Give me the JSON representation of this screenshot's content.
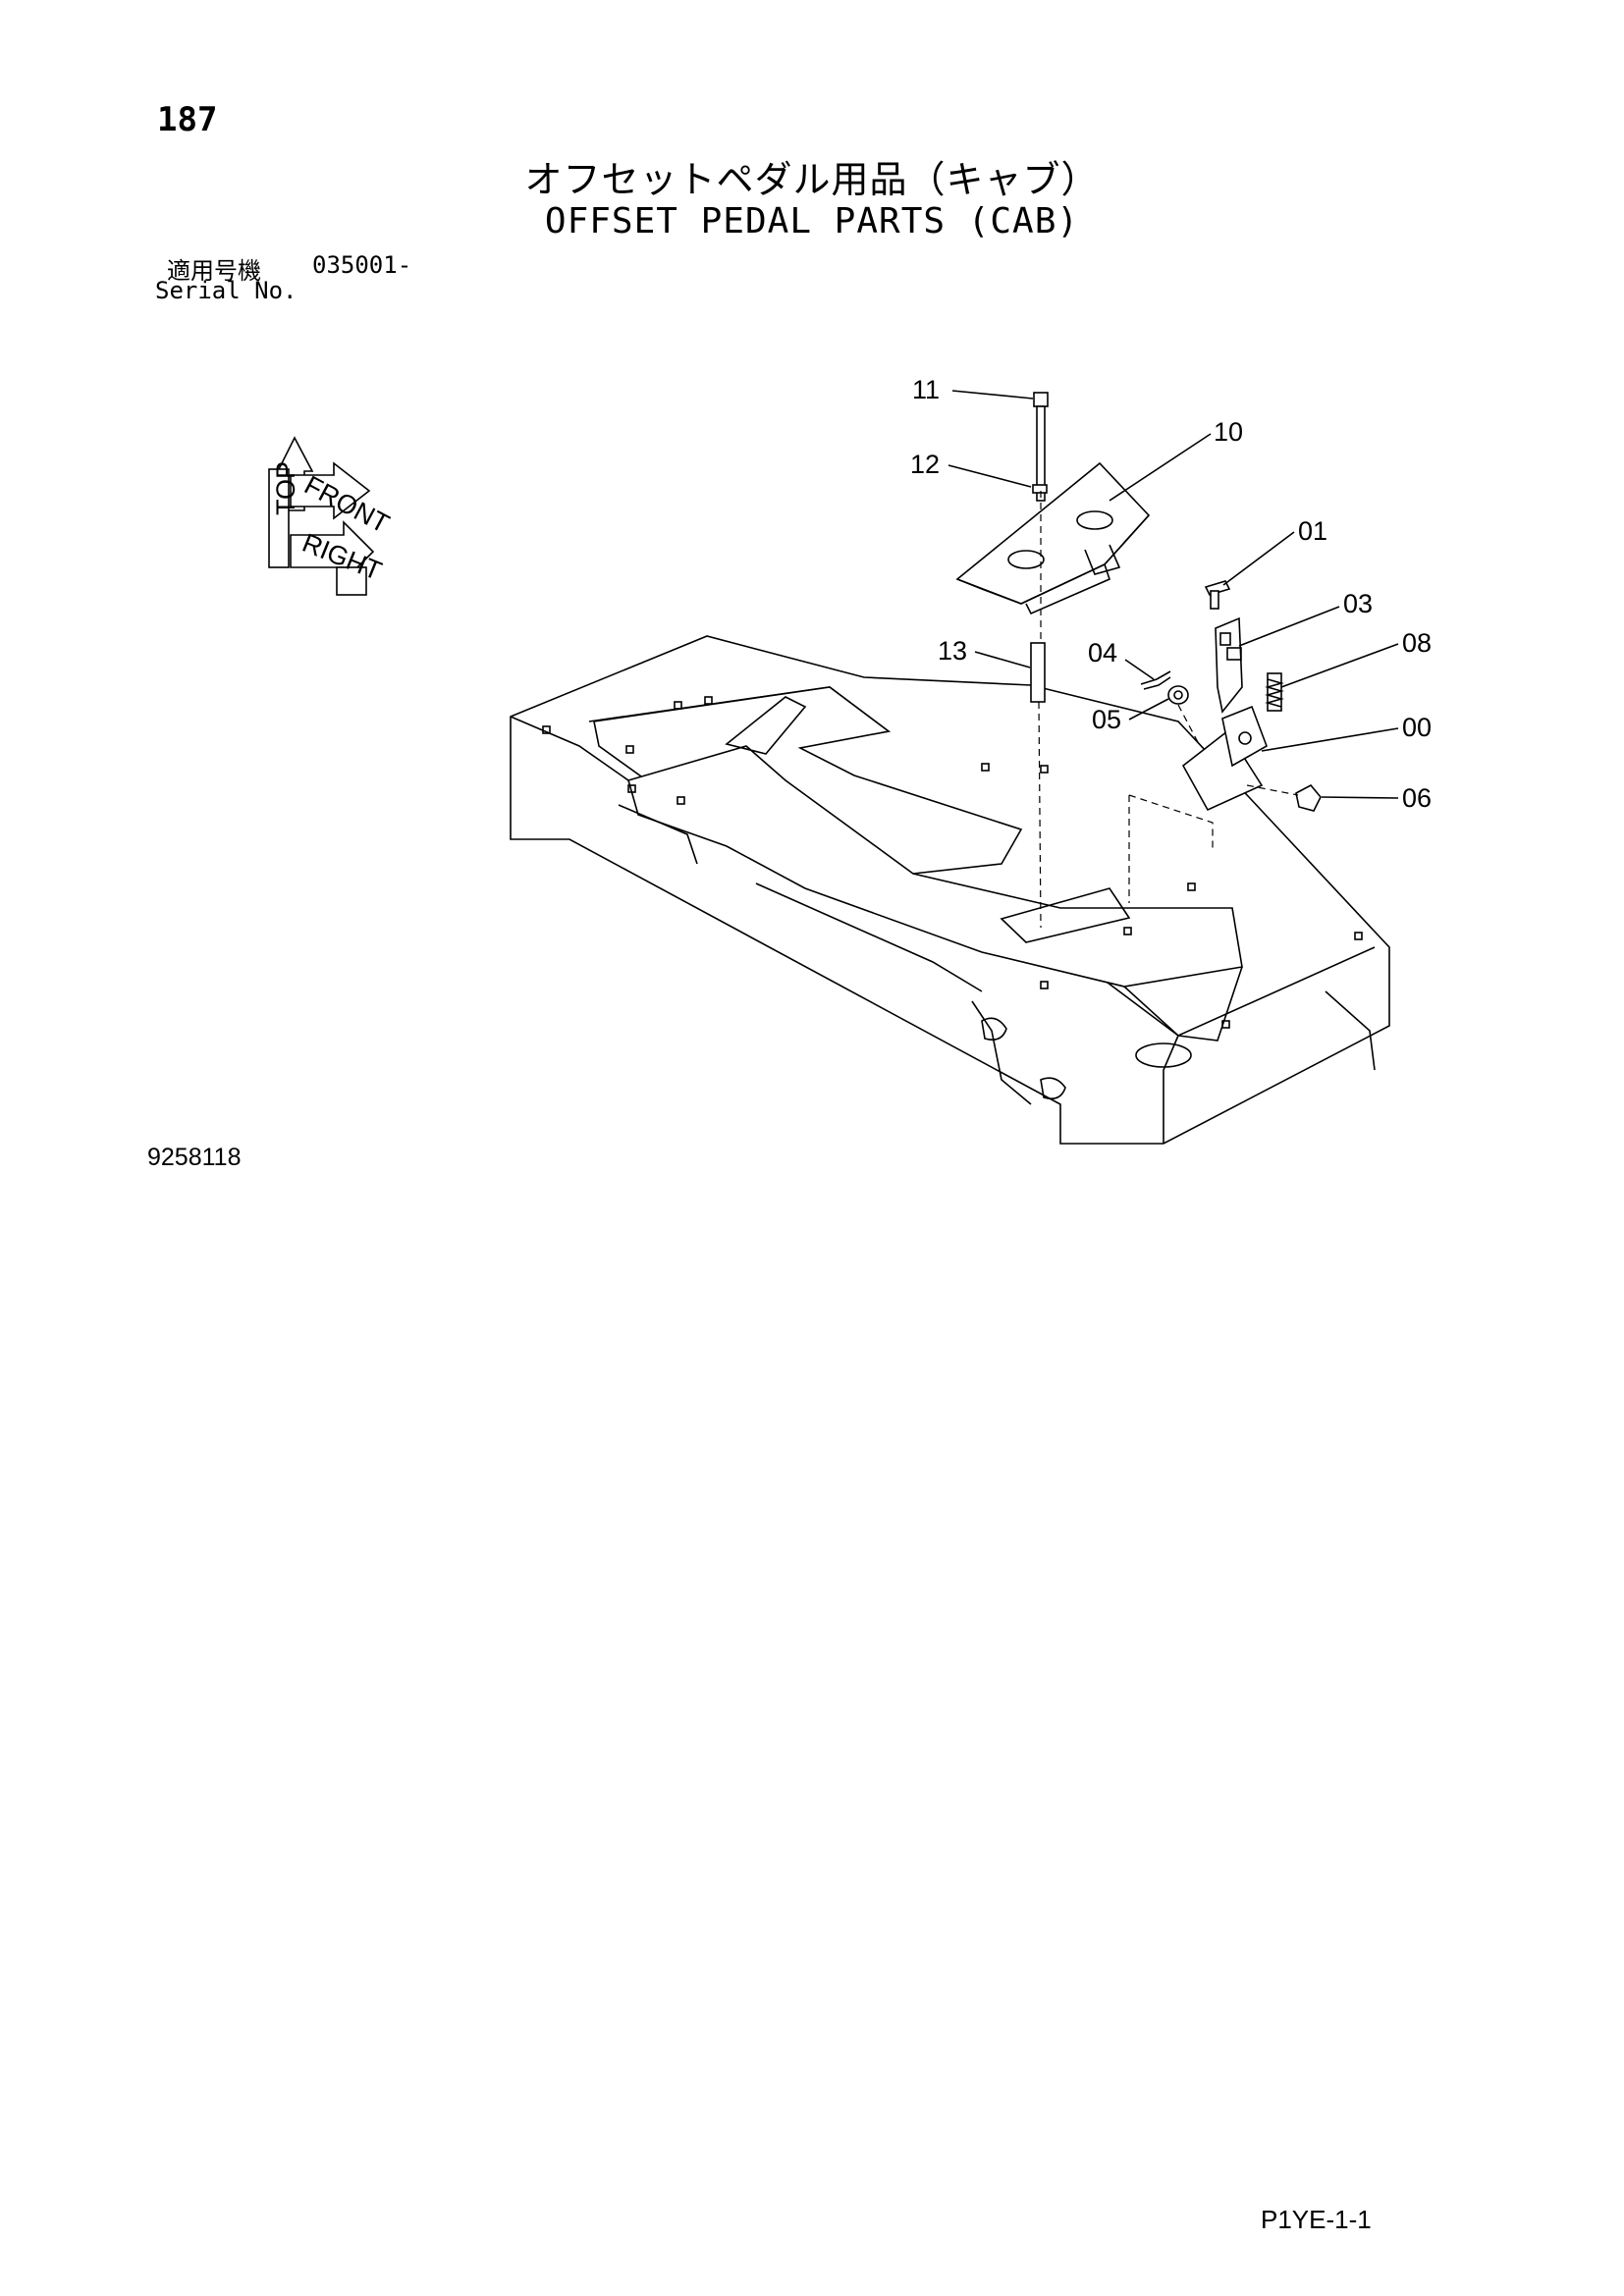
{
  "page": {
    "number": "187",
    "title_jp": "オフセットペダル用品（キャブ）",
    "title_en": "OFFSET PEDAL PARTS (CAB)",
    "serial_label_jp": "適用号機",
    "serial_range": "035001-",
    "serial_label_en": "Serial No.",
    "drawing_number": "9258118",
    "sheet_ref": "P1YE-1-1"
  },
  "orientation_labels": [
    "TOP",
    "FRONT",
    "RIGHT"
  ],
  "callouts": [
    "11",
    "10",
    "12",
    "01",
    "03",
    "08",
    "13",
    "04",
    "05",
    "00",
    "06"
  ]
}
